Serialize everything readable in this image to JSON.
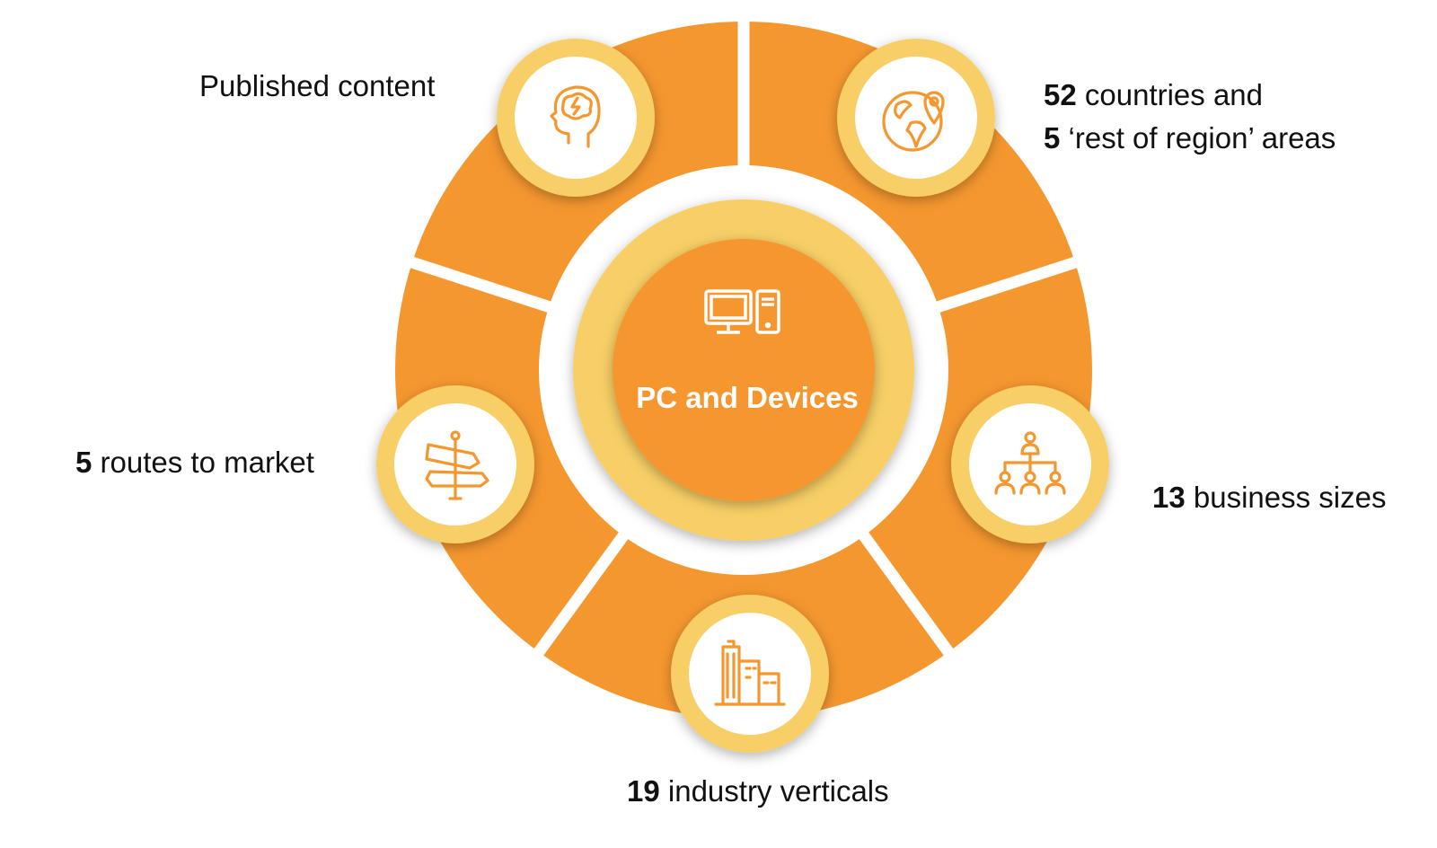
{
  "center": {
    "title": "PC and Devices",
    "icon": "desktop-computer-icon"
  },
  "colors": {
    "orange": "#F5972F",
    "yellow": "#F8CF66",
    "white": "#FFFFFF",
    "text": "#111111"
  },
  "items": [
    {
      "id": "published",
      "bold": "",
      "text": "Published content",
      "icon": "brain-head-icon"
    },
    {
      "id": "countries",
      "bold": "52",
      "text": " countries and",
      "bold2": "5",
      "text2": " ‘rest of region’ areas",
      "icon": "globe-location-icon"
    },
    {
      "id": "business",
      "bold": "13",
      "text": " business sizes",
      "icon": "org-chart-icon"
    },
    {
      "id": "industry",
      "bold": "19",
      "text": " industry verticals",
      "icon": "buildings-icon"
    },
    {
      "id": "routes",
      "bold": "5",
      "text": " routes to market",
      "icon": "signpost-icon"
    }
  ]
}
